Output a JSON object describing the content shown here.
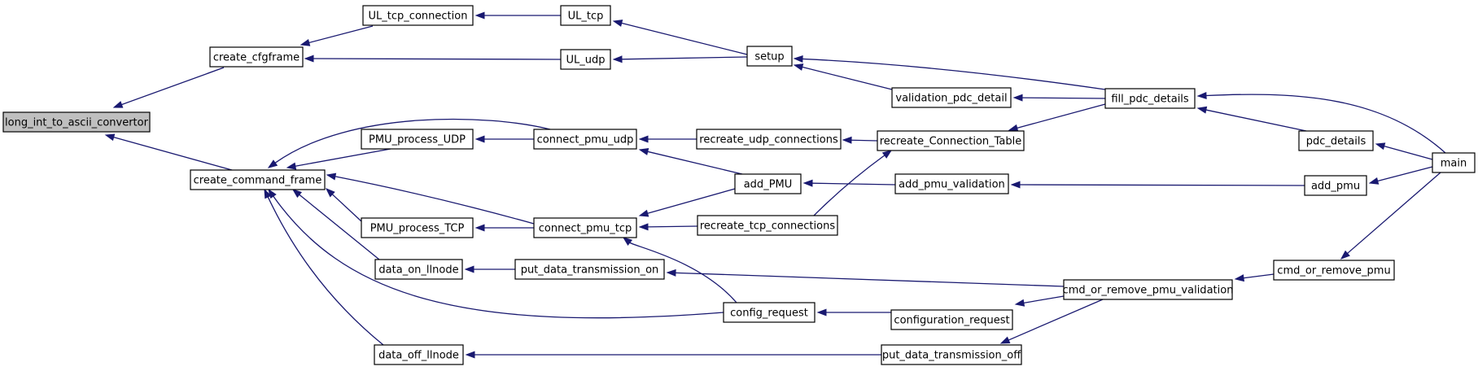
{
  "diagram": {
    "nodes": [
      {
        "id": "long_int_to_ascii_convertor",
        "label": "long_int_to_ascii_convertor",
        "highlight": true
      },
      {
        "id": "create_cfgframe",
        "label": "create_cfgframe"
      },
      {
        "id": "create_command_frame",
        "label": "create_command_frame"
      },
      {
        "id": "UL_tcp_connection",
        "label": "UL_tcp_connection"
      },
      {
        "id": "UL_tcp",
        "label": "UL_tcp"
      },
      {
        "id": "UL_udp",
        "label": "UL_udp"
      },
      {
        "id": "setup",
        "label": "setup"
      },
      {
        "id": "validation_pdc_detail",
        "label": "validation_pdc_detail"
      },
      {
        "id": "fill_pdc_details",
        "label": "fill_pdc_details"
      },
      {
        "id": "pdc_details",
        "label": "pdc_details"
      },
      {
        "id": "main",
        "label": "main"
      },
      {
        "id": "PMU_process_UDP",
        "label": "PMU_process_UDP"
      },
      {
        "id": "connect_pmu_udp",
        "label": "connect_pmu_udp"
      },
      {
        "id": "recreate_udp_connections",
        "label": "recreate_udp_connections"
      },
      {
        "id": "recreate_Connection_Table",
        "label": "recreate_Connection_Table"
      },
      {
        "id": "add_PMU",
        "label": "add_PMU"
      },
      {
        "id": "add_pmu_validation",
        "label": "add_pmu_validation"
      },
      {
        "id": "add_pmu",
        "label": "add_pmu"
      },
      {
        "id": "PMU_process_TCP",
        "label": "PMU_process_TCP"
      },
      {
        "id": "connect_pmu_tcp",
        "label": "connect_pmu_tcp"
      },
      {
        "id": "recreate_tcp_connections",
        "label": "recreate_tcp_connections"
      },
      {
        "id": "data_on_llnode",
        "label": "data_on_llnode"
      },
      {
        "id": "put_data_transmission_on",
        "label": "put_data_transmission_on"
      },
      {
        "id": "cmd_or_remove_pmu_validation",
        "label": "cmd_or_remove_pmu_validation"
      },
      {
        "id": "cmd_or_remove_pmu",
        "label": "cmd_or_remove_pmu"
      },
      {
        "id": "config_request",
        "label": "config_request"
      },
      {
        "id": "configuration_request",
        "label": "configuration_request"
      },
      {
        "id": "data_off_llnode",
        "label": "data_off_llnode"
      },
      {
        "id": "put_data_transmission_off",
        "label": "put_data_transmission_off"
      }
    ],
    "edges": [
      {
        "from": "create_cfgframe",
        "to": "long_int_to_ascii_convertor"
      },
      {
        "from": "create_command_frame",
        "to": "long_int_to_ascii_convertor"
      },
      {
        "from": "UL_tcp_connection",
        "to": "create_cfgframe"
      },
      {
        "from": "UL_udp",
        "to": "create_cfgframe"
      },
      {
        "from": "UL_tcp",
        "to": "UL_tcp_connection"
      },
      {
        "from": "setup",
        "to": "UL_tcp"
      },
      {
        "from": "setup",
        "to": "UL_udp"
      },
      {
        "from": "fill_pdc_details",
        "to": "setup"
      },
      {
        "from": "validation_pdc_detail",
        "to": "setup"
      },
      {
        "from": "fill_pdc_details",
        "to": "validation_pdc_detail"
      },
      {
        "from": "main",
        "to": "fill_pdc_details"
      },
      {
        "from": "pdc_details",
        "to": "fill_pdc_details"
      },
      {
        "from": "main",
        "to": "pdc_details"
      },
      {
        "from": "PMU_process_UDP",
        "to": "create_command_frame"
      },
      {
        "from": "connect_pmu_udp",
        "to": "create_command_frame"
      },
      {
        "from": "connect_pmu_tcp",
        "to": "create_command_frame"
      },
      {
        "from": "PMU_process_TCP",
        "to": "create_command_frame"
      },
      {
        "from": "data_on_llnode",
        "to": "create_command_frame"
      },
      {
        "from": "config_request",
        "to": "create_command_frame"
      },
      {
        "from": "data_off_llnode",
        "to": "create_command_frame"
      },
      {
        "from": "connect_pmu_udp",
        "to": "PMU_process_UDP"
      },
      {
        "from": "recreate_udp_connections",
        "to": "connect_pmu_udp"
      },
      {
        "from": "add_PMU",
        "to": "connect_pmu_udp"
      },
      {
        "from": "recreate_Connection_Table",
        "to": "recreate_udp_connections"
      },
      {
        "from": "fill_pdc_details",
        "to": "recreate_Connection_Table"
      },
      {
        "from": "recreate_tcp_connections",
        "to": "recreate_Connection_Table"
      },
      {
        "from": "add_pmu_validation",
        "to": "add_PMU"
      },
      {
        "from": "add_pmu",
        "to": "add_pmu_validation"
      },
      {
        "from": "main",
        "to": "add_pmu"
      },
      {
        "from": "connect_pmu_tcp",
        "to": "PMU_process_TCP"
      },
      {
        "from": "add_PMU",
        "to": "connect_pmu_tcp"
      },
      {
        "from": "recreate_tcp_connections",
        "to": "connect_pmu_tcp"
      },
      {
        "from": "config_request",
        "to": "connect_pmu_tcp"
      },
      {
        "from": "put_data_transmission_on",
        "to": "data_on_llnode"
      },
      {
        "from": "cmd_or_remove_pmu_validation",
        "to": "put_data_transmission_on"
      },
      {
        "from": "cmd_or_remove_pmu",
        "to": "cmd_or_remove_pmu_validation"
      },
      {
        "from": "main",
        "to": "cmd_or_remove_pmu"
      },
      {
        "from": "configuration_request",
        "to": "config_request"
      },
      {
        "from": "cmd_or_remove_pmu_validation",
        "to": "configuration_request"
      },
      {
        "from": "put_data_transmission_off",
        "to": "data_off_llnode"
      },
      {
        "from": "cmd_or_remove_pmu_validation",
        "to": "put_data_transmission_off"
      }
    ]
  }
}
